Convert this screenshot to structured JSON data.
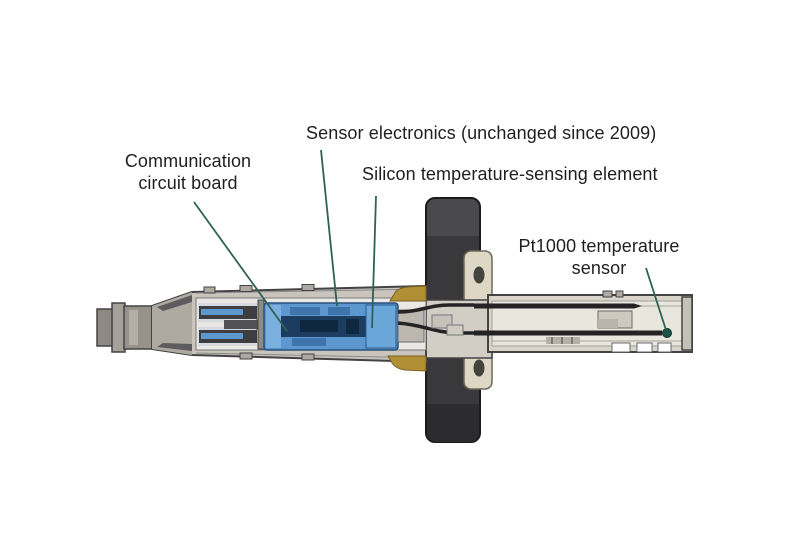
{
  "figure": {
    "background": "#ffffff",
    "labels": {
      "sensor_electronics": "Sensor electronics (unchanged since 2009)",
      "communication_board": "Communication circuit board",
      "silicon_element": "Silicon temperature-sensing element",
      "pt1000": "Pt1000 temperature sensor"
    },
    "colors": {
      "leader_line": "#2f6156",
      "electronics_blue": "#5d97cf",
      "electronics_navy": "#1d3d60",
      "flange_dark": "#39393b",
      "bracket_cream": "#ded7c5",
      "seal_gold": "#b08f35",
      "housing_gray": "#c9c5bd",
      "probe_tube_gray": "#d9d5cb",
      "sensor_dot_teal": "#1d5246",
      "text": "#1f1f1f"
    }
  }
}
